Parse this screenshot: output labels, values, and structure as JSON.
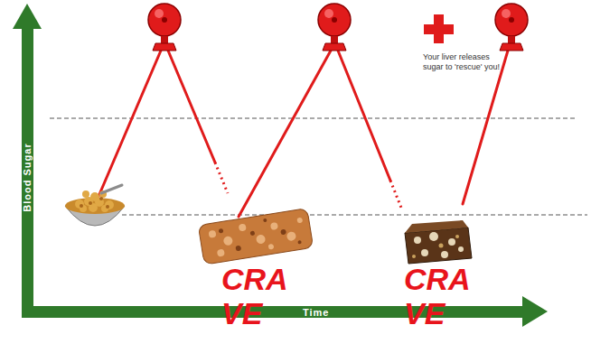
{
  "diagram": {
    "labels": [
      "Blood Sugar",
      "Time",
      "CRA VE",
      "CRA VE",
      "Your liver releases sugar to 'rescue' you!"
    ]
  }
}
